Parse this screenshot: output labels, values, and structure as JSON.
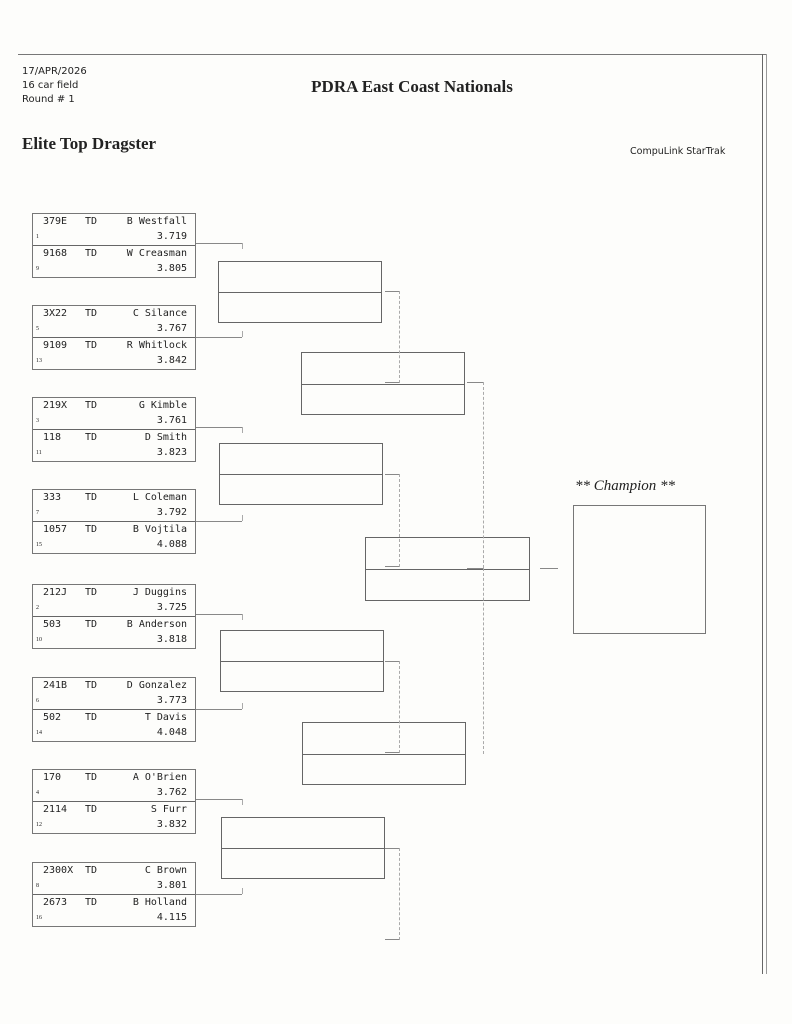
{
  "header": {
    "date": "17/APR/2026",
    "field": "16 car field",
    "round": "Round # 1",
    "event_title": "PDRA East Coast Nationals",
    "class_title": "Elite Top Dragster",
    "brand": "CompuLink StarTrak"
  },
  "bracket": {
    "entries": [
      {
        "car": "379E",
        "class": "TD",
        "driver": "B Westfall",
        "et": "3.719",
        "seed": "1"
      },
      {
        "car": "9168",
        "class": "TD",
        "driver": "W Creasman",
        "et": "3.805",
        "seed": "9"
      },
      {
        "car": "3X22",
        "class": "TD",
        "driver": "C Silance",
        "et": "3.767",
        "seed": "5"
      },
      {
        "car": "9109",
        "class": "TD",
        "driver": "R Whitlock",
        "et": "3.842",
        "seed": "13"
      },
      {
        "car": "219X",
        "class": "TD",
        "driver": "G Kimble",
        "et": "3.761",
        "seed": "3"
      },
      {
        "car": "118",
        "class": "TD",
        "driver": "D Smith",
        "et": "3.823",
        "seed": "11"
      },
      {
        "car": "333",
        "class": "TD",
        "driver": "L Coleman",
        "et": "3.792",
        "seed": "7"
      },
      {
        "car": "1057",
        "class": "TD",
        "driver": "B Vojtila",
        "et": "4.088",
        "seed": "15"
      },
      {
        "car": "212J",
        "class": "TD",
        "driver": "J Duggins",
        "et": "3.725",
        "seed": "2"
      },
      {
        "car": "503",
        "class": "TD",
        "driver": "B Anderson",
        "et": "3.818",
        "seed": "10"
      },
      {
        "car": "241B",
        "class": "TD",
        "driver": "D Gonzalez",
        "et": "3.773",
        "seed": "6"
      },
      {
        "car": "502",
        "class": "TD",
        "driver": "T Davis",
        "et": "4.048",
        "seed": "14"
      },
      {
        "car": "170",
        "class": "TD",
        "driver": "A O'Brien",
        "et": "3.762",
        "seed": "4"
      },
      {
        "car": "2114",
        "class": "TD",
        "driver": "S Furr",
        "et": "3.832",
        "seed": "12"
      },
      {
        "car": "2300X",
        "class": "TD",
        "driver": "C Brown",
        "et": "3.801",
        "seed": "8"
      },
      {
        "car": "2673",
        "class": "TD",
        "driver": "B Holland",
        "et": "4.115",
        "seed": "16"
      }
    ],
    "champion_label": "** Champion **"
  }
}
